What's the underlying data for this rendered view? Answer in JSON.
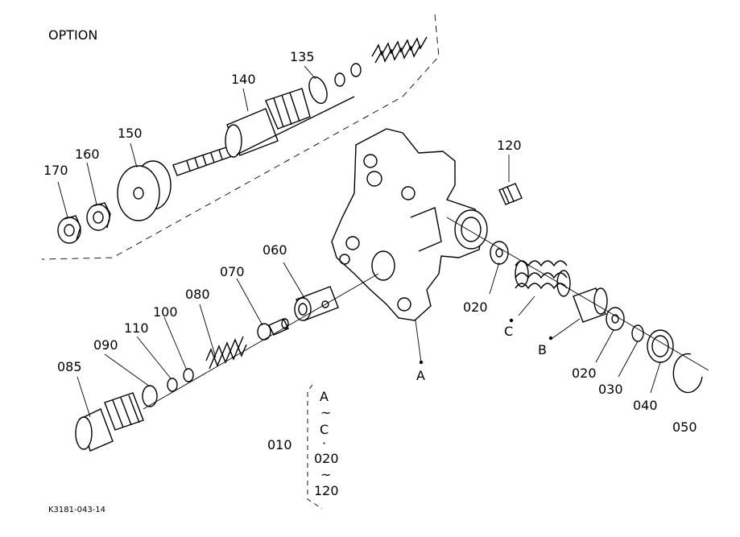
{
  "option_label": "OPTION",
  "figure_code": "K3181-043-14",
  "parts": {
    "p010": "010",
    "p020a": "020",
    "p020b": "020",
    "p030": "030",
    "p040": "040",
    "p050": "050",
    "p060": "060",
    "p070": "070",
    "p080": "080",
    "p085": "085",
    "p090": "090",
    "p100": "100",
    "p110": "110",
    "p120": "120",
    "p135": "135",
    "p140": "140",
    "p150": "150",
    "p160": "160",
    "p170": "170"
  },
  "refs": {
    "A": "A",
    "B": "B",
    "C": "C"
  },
  "assembly_list": {
    "line1": "A",
    "line2": "~",
    "line3": "C",
    "line4": "·",
    "line5": "020",
    "line6": "~",
    "line7": "120"
  }
}
